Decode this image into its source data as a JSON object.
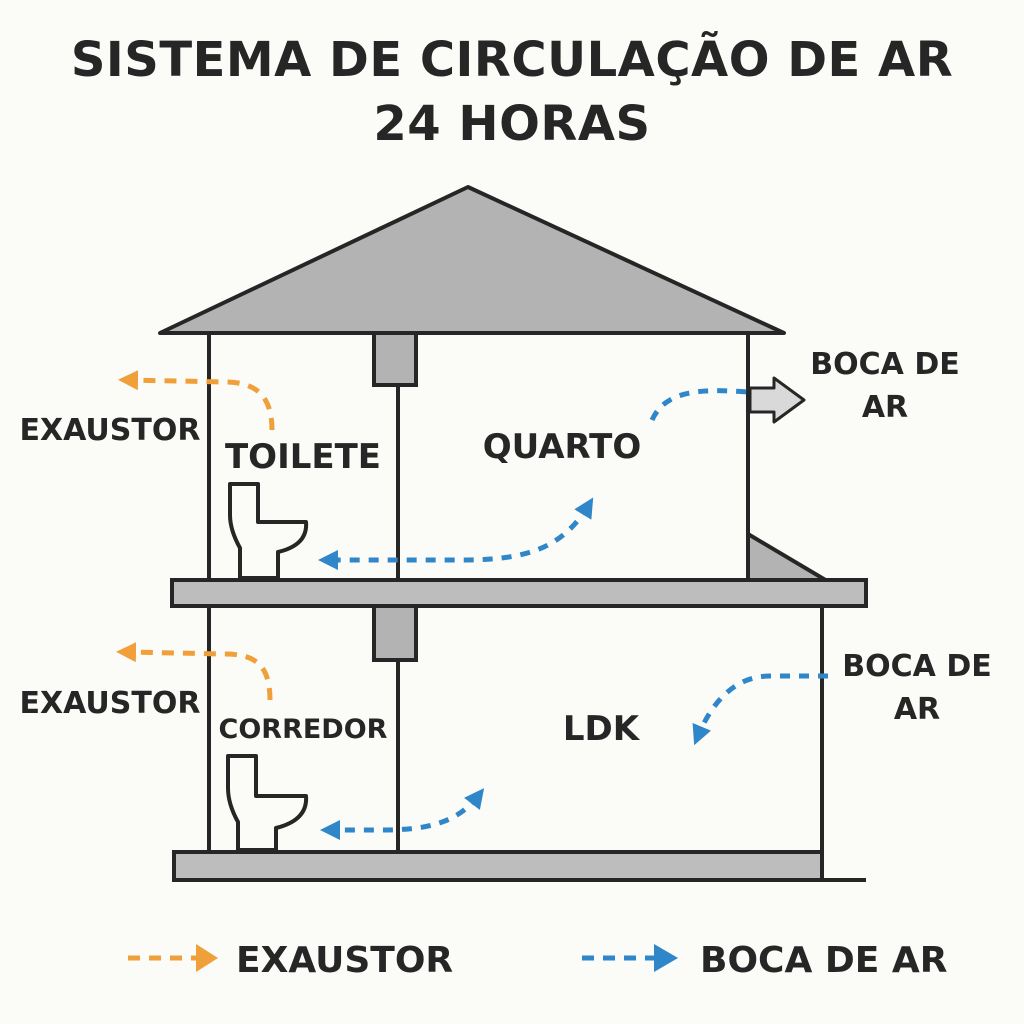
{
  "title": {
    "line1": "SISTEMA DE CIRCULAÇÃO DE AR",
    "line2": "24 HORAS"
  },
  "rooms": {
    "toilet_upper": "TOILETE",
    "bedroom": "QUARTO",
    "corridor": "CORREDOR",
    "ldk": "LDK"
  },
  "labels": {
    "exhaust_upper": "EXAUSTOR",
    "exhaust_lower": "EXAUSTOR",
    "air_inlet_upper_line1": "BOCA DE",
    "air_inlet_upper_line2": "AR",
    "air_inlet_lower_line1": "BOCA DE",
    "air_inlet_lower_line2": "AR"
  },
  "legend": {
    "exhaust": "EXAUSTOR",
    "air_inlet": "BOCA DE AR"
  },
  "colors": {
    "exhaust": "#f0a03a",
    "air_inlet": "#2f86c9",
    "structure": "#262626",
    "roof_fill": "#b3b3b3",
    "floor_fill": "#bdbdbd"
  },
  "icons": {
    "toilet": "toilet-icon",
    "vent_outlet": "vent-arrow-icon"
  }
}
